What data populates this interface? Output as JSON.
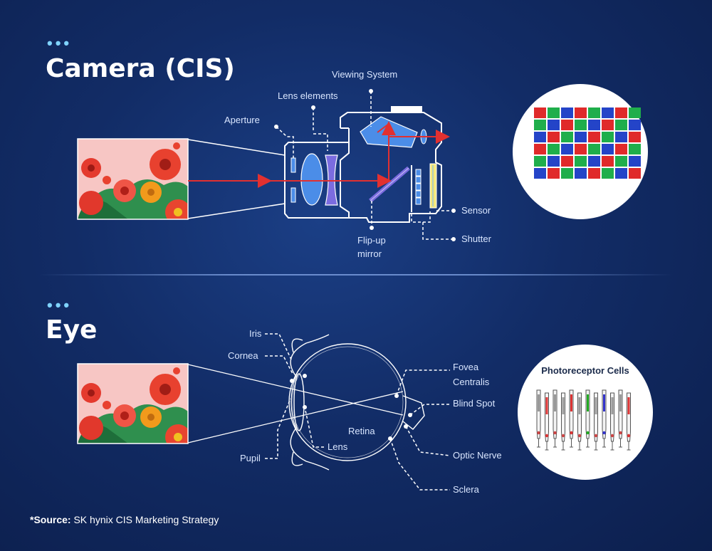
{
  "camera": {
    "title": "Camera (CIS)",
    "labels": {
      "viewing_system": "Viewing System",
      "lens_elements": "Lens elements",
      "aperture": "Aperture",
      "sensor": "Sensor",
      "shutter": "Shutter",
      "flip_up_mirror_line1": "Flip-up",
      "flip_up_mirror_line2": "mirror"
    },
    "bayer_grid": [
      [
        "R",
        "G",
        "B",
        "R",
        "G",
        "B",
        "R",
        "G"
      ],
      [
        "G",
        "B",
        "R",
        "G",
        "B",
        "R",
        "G",
        "B"
      ],
      [
        "B",
        "R",
        "G",
        "B",
        "R",
        "G",
        "B",
        "R"
      ],
      [
        "R",
        "G",
        "B",
        "R",
        "G",
        "B",
        "R",
        "G"
      ],
      [
        "G",
        "B",
        "R",
        "G",
        "B",
        "R",
        "G",
        "B"
      ],
      [
        "B",
        "R",
        "G",
        "B",
        "R",
        "G",
        "B",
        "R"
      ]
    ]
  },
  "eye": {
    "title": "Eye",
    "labels": {
      "iris": "Iris",
      "cornea": "Cornea",
      "pupil": "Pupil",
      "lens": "Lens",
      "retina": "Retina",
      "fovea_line1": "Fovea",
      "fovea_line2": "Centralis",
      "blind_spot": "Blind Spot",
      "optic_nerve": "Optic Nerve",
      "sclera": "Sclera"
    },
    "photoreceptor_title": "Photoreceptor Cells"
  },
  "source": {
    "prefix": "*Source:",
    "text": " SK hynix CIS Marketing Strategy"
  },
  "colors": {
    "red": "#e02a2a",
    "green": "#1fae4b",
    "blue": "#2444c8",
    "line": "#ffffff",
    "accent_dots": "#7fd3ff",
    "ray": "#e23030"
  }
}
